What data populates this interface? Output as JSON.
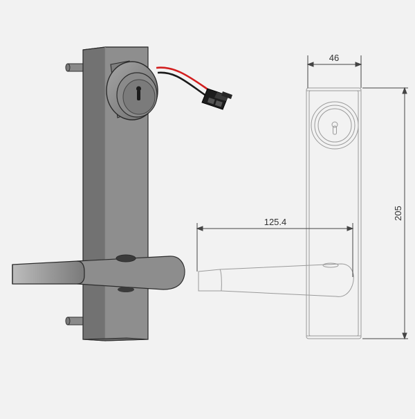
{
  "colors": {
    "background": "#f2f2f2",
    "body_front": "#8e8e8e",
    "body_side": "#6f6f6f",
    "outline": "#2b2b2b",
    "wire_red": "#d21e1e",
    "wire_black": "#1a1a1a",
    "drawing_line": "#9a9a9a",
    "dimension_line": "#444444"
  },
  "dimensions": {
    "width": "46",
    "height": "205",
    "lever_length": "125.4"
  }
}
